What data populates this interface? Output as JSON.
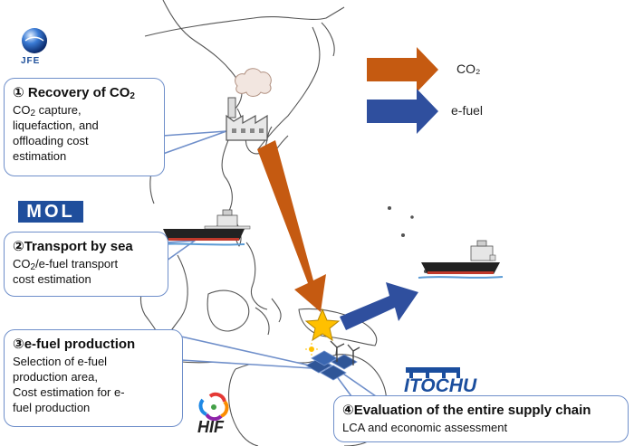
{
  "legend": {
    "co2": {
      "label": "CO₂",
      "color": "#c55a11"
    },
    "efuel": {
      "label": "e-fuel",
      "color": "#2f4f9e"
    }
  },
  "steps": [
    {
      "num": "①",
      "title": "Recovery of CO",
      "title_sub": "2",
      "lines": [
        "CO2 capture,",
        "liquefaction, and",
        "offloading cost",
        "estimation"
      ],
      "co2_sub_first": true
    },
    {
      "num": "②",
      "title": "Transport by sea",
      "lines": [
        "CO2/e-fuel transport",
        "cost estimation"
      ]
    },
    {
      "num": "③",
      "title": "e-fuel production",
      "lines": [
        "Selection of e-fuel",
        "production area,",
        "Cost estimation for e-",
        "fuel production"
      ]
    },
    {
      "num": "④",
      "title": "Evaluation of the entire supply chain",
      "lines": [
        "LCA and economic assessment"
      ]
    }
  ],
  "logos": {
    "jfe": "JFE",
    "mol": "MOL",
    "itochu": "ITOCHU",
    "hif": "HIF"
  },
  "colors": {
    "border": "#6f8fca",
    "map_line": "#555555",
    "star": "#ffc000"
  }
}
